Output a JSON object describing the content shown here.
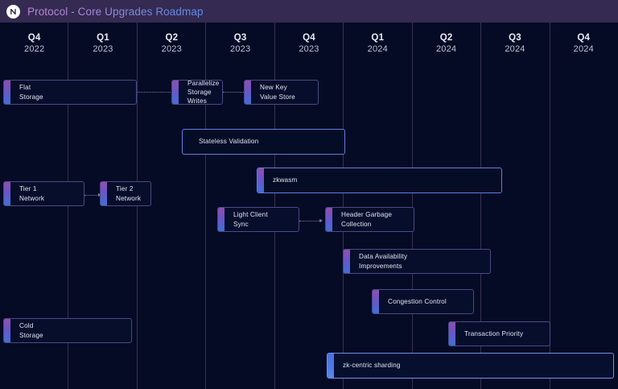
{
  "header": {
    "title": "Protocol - Core Upgrades Roadmap",
    "logo_icon": "circle-n-logo-icon",
    "logo_letter": "N",
    "background_color": "#342a52",
    "title_gradient_from": "#c487d6",
    "title_gradient_to": "#5f8ee8"
  },
  "theme": {
    "page_background": "#050b24",
    "grid_line_color": "#3a2f55",
    "bar_border_color": "#4a4a86",
    "bar_fill_color": "#070e2b",
    "accent_gradient_from": "#8f4fb0",
    "accent_gradient_to": "#3f6fd8",
    "highlight_border_color": "#5b7fe8",
    "text_color": "#dfe5f3"
  },
  "timeline": {
    "columns": [
      {
        "quarter": "Q4",
        "year": "2022"
      },
      {
        "quarter": "Q1",
        "year": "2023"
      },
      {
        "quarter": "Q2",
        "year": "2023"
      },
      {
        "quarter": "Q3",
        "year": "2023"
      },
      {
        "quarter": "Q4",
        "year": "2023"
      },
      {
        "quarter": "Q1",
        "year": "2024"
      },
      {
        "quarter": "Q2",
        "year": "2024"
      },
      {
        "quarter": "Q3",
        "year": "2024"
      },
      {
        "quarter": "Q4",
        "year": "2024"
      }
    ]
  },
  "items": [
    {
      "label": "Flat\nStorage",
      "style": "accent"
    },
    {
      "label": "Parallelize\nStorage Writes",
      "style": "accent"
    },
    {
      "label": "New Key\nValue Store",
      "style": "accent"
    },
    {
      "label": "Stateless Validation",
      "style": "highlight"
    },
    {
      "label": "zkwasm",
      "style": "accent-highlight"
    },
    {
      "label": "Tier 1\nNetwork",
      "style": "accent"
    },
    {
      "label": "Tier 2\nNetwork",
      "style": "accent"
    },
    {
      "label": "Light Client\nSync",
      "style": "accent"
    },
    {
      "label": "Header Garbage\nCollection",
      "style": "accent"
    },
    {
      "label": "Data Availability\nImprovements",
      "style": "accent"
    },
    {
      "label": "Congestion Control",
      "style": "accent"
    },
    {
      "label": "Transaction Priority",
      "style": "accent"
    },
    {
      "label": "Cold\nStorage",
      "style": "accent"
    },
    {
      "label": "zk-centric sharding",
      "style": "accent-blue-highlight"
    }
  ]
}
